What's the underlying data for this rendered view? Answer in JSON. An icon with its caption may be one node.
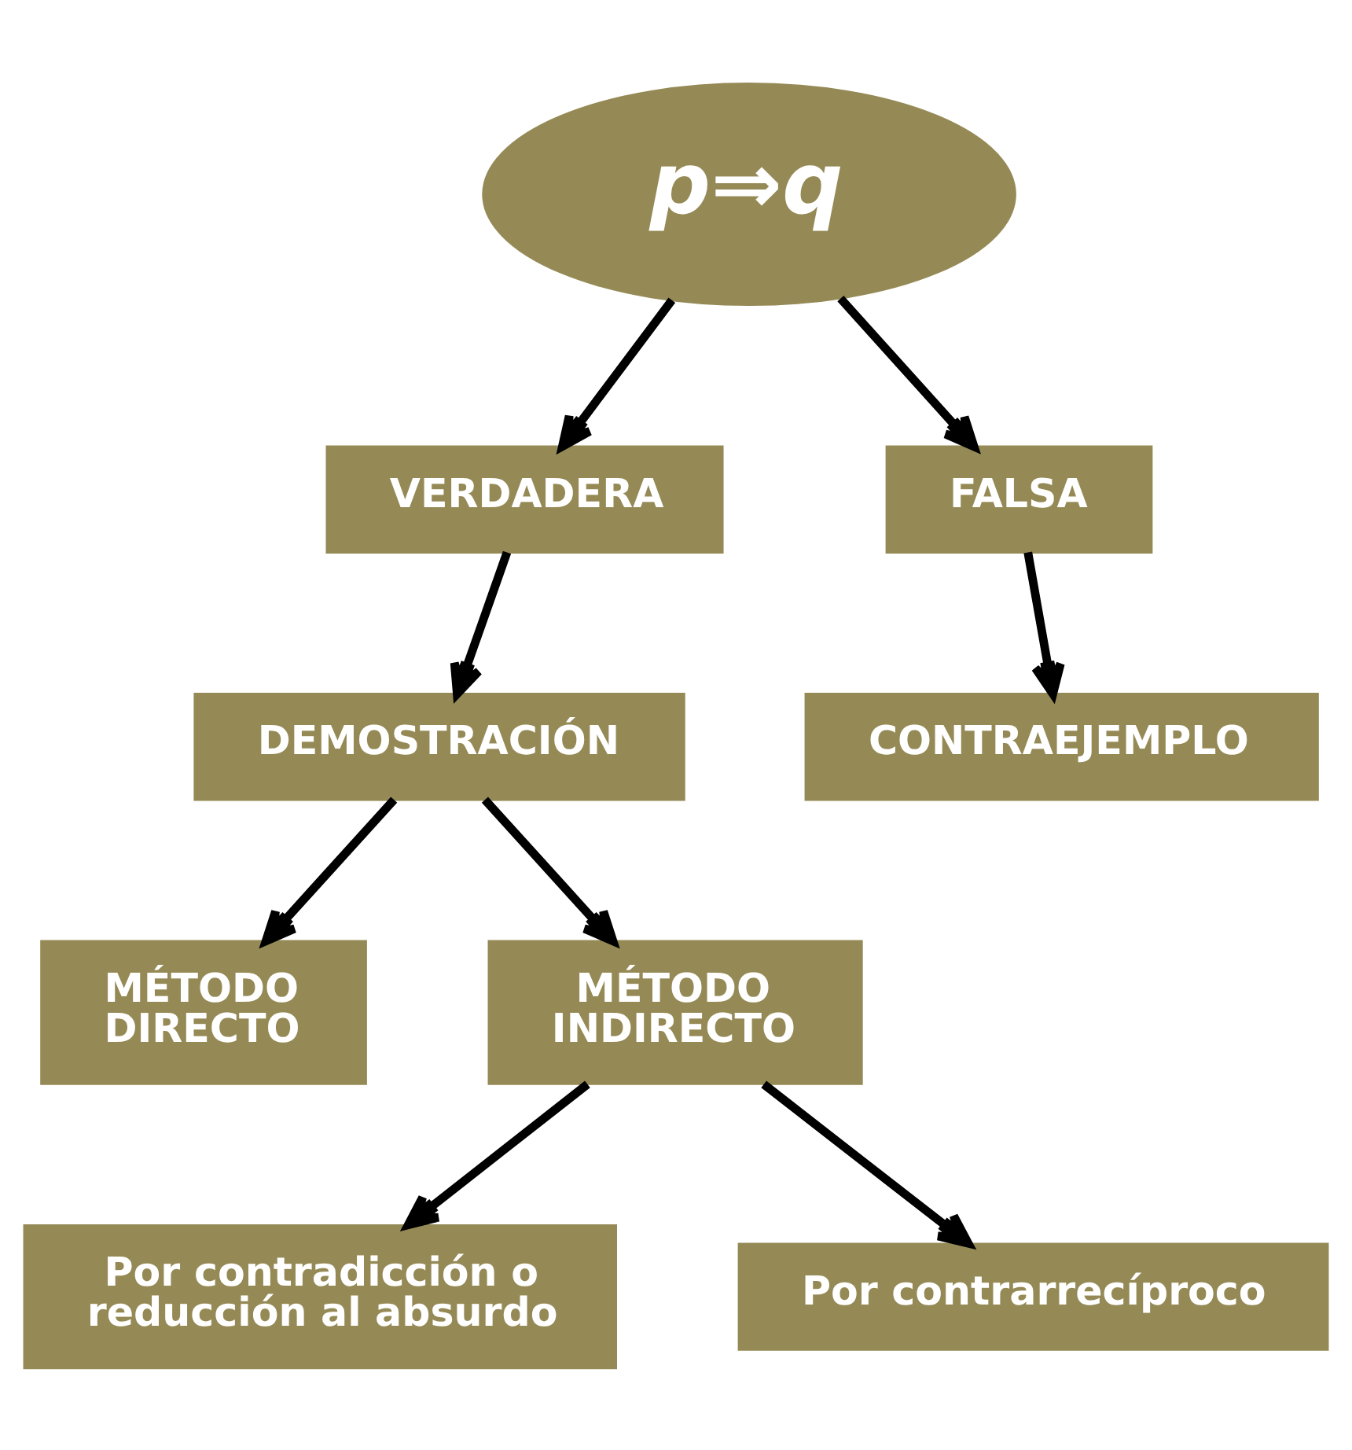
{
  "diagram": {
    "nodes": [
      {
        "text": [
          "p⇒q"
        ]
      },
      {
        "text": [
          "VERDADERA"
        ]
      },
      {
        "text": [
          "FALSA"
        ]
      },
      {
        "text": [
          "DEMOSTRACIÓN"
        ]
      },
      {
        "text": [
          "CONTRAEJEMPLO"
        ]
      },
      {
        "text": [
          "MÉTODO DIRECTO"
        ]
      },
      {
        "text": [
          "MÉTODO INDIRECTO"
        ]
      },
      {
        "text": [
          "Por contradicción o reducción al absurdo"
        ]
      },
      {
        "text": [
          "Por contrarrecíproco"
        ]
      }
    ],
    "edges": [
      {
        "from": 0,
        "to": 1,
        "arrow": "to"
      },
      {
        "from": 0,
        "to": 2,
        "arrow": "to"
      },
      {
        "from": 1,
        "to": 3,
        "arrow": "to"
      },
      {
        "from": 2,
        "to": 4,
        "arrow": "to"
      },
      {
        "from": 3,
        "to": 5,
        "arrow": "to"
      },
      {
        "from": 3,
        "to": 6,
        "arrow": "to"
      },
      {
        "from": 6,
        "to": 7,
        "arrow": "to"
      },
      {
        "from": 6,
        "to": 8,
        "arrow": "to"
      }
    ]
  }
}
